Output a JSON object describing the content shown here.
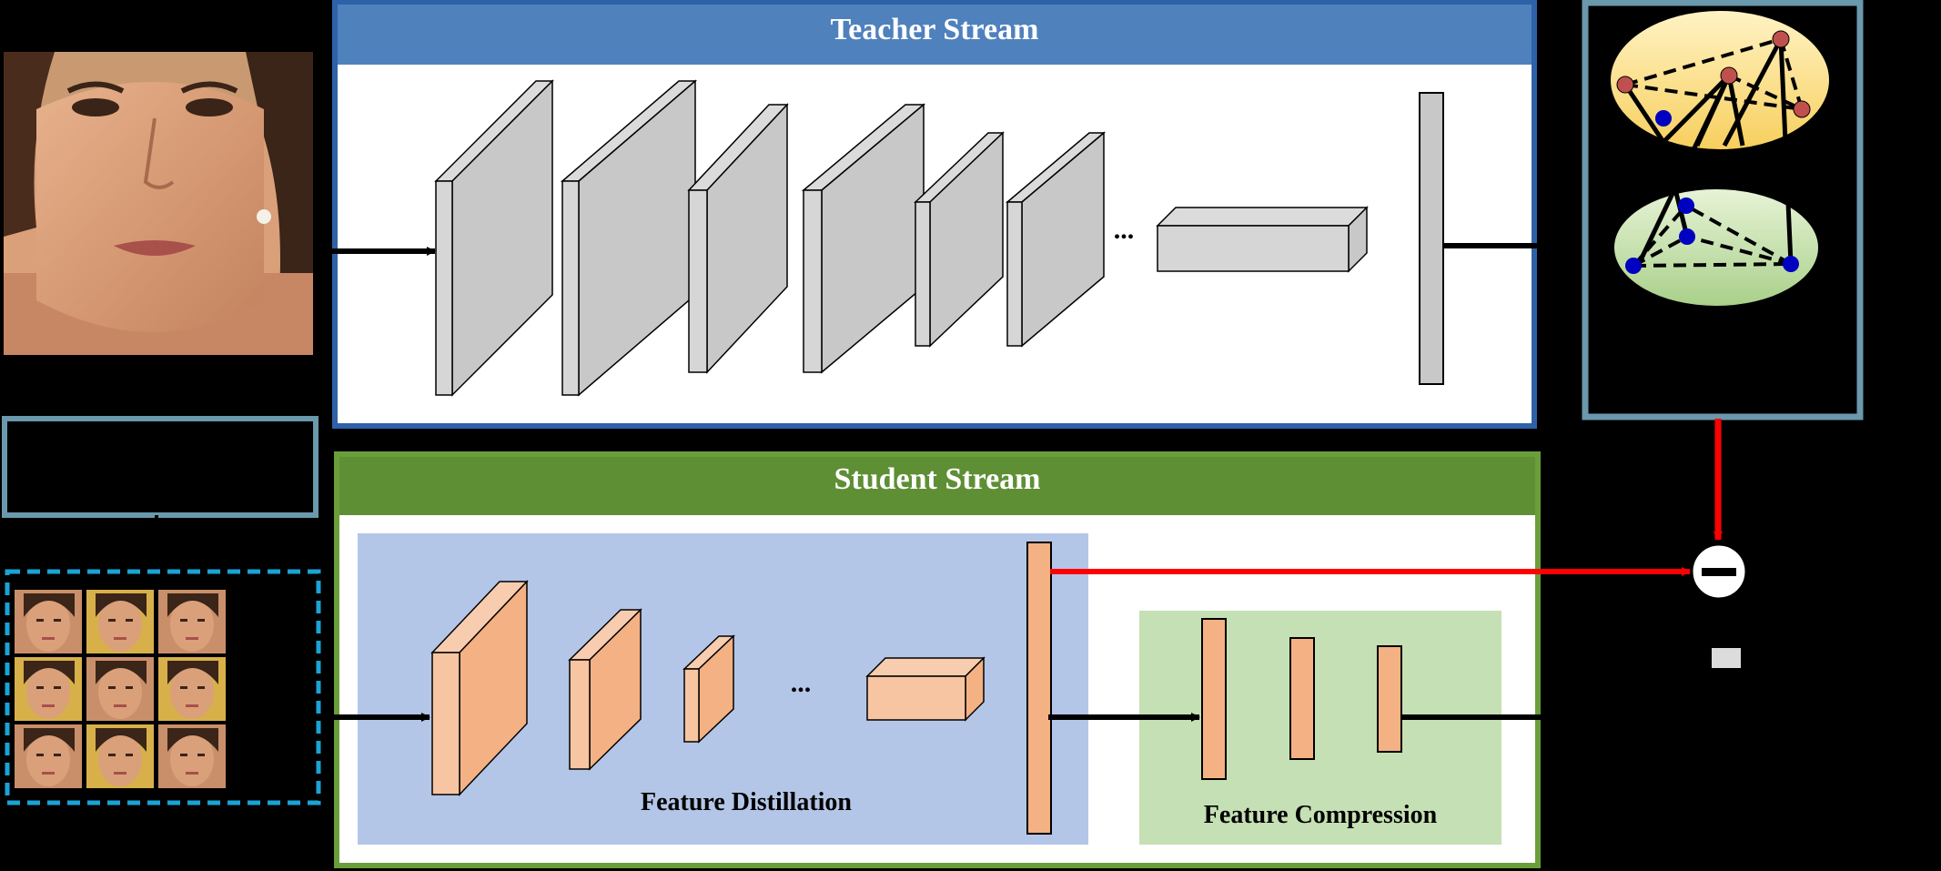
{
  "teacher": {
    "title": "Teacher Stream"
  },
  "student": {
    "title": "Student Stream",
    "feature_distillation_label": "Feature Distillation",
    "feature_compression_label": "Feature Compression"
  },
  "ellipsis": "...",
  "colors": {
    "background": "#000000",
    "teacher_header": "#4f81bd",
    "teacher_border": "#2e62a8",
    "student_header": "#5f8f35",
    "student_border": "#6a9e3a",
    "distillation_panel": "#b4c6e7",
    "compression_panel": "#c5e0b4",
    "teacher_layer": "#c8c8c8",
    "student_layer": "#f4b183",
    "relation_box_border": "#6a98ac",
    "arrow_red": "#ff0000"
  },
  "icons": {
    "input_face": "face-photo-icon",
    "augmented_faces": "face-thumbnail-grid-icon",
    "subtract": "minus-circle-icon"
  }
}
